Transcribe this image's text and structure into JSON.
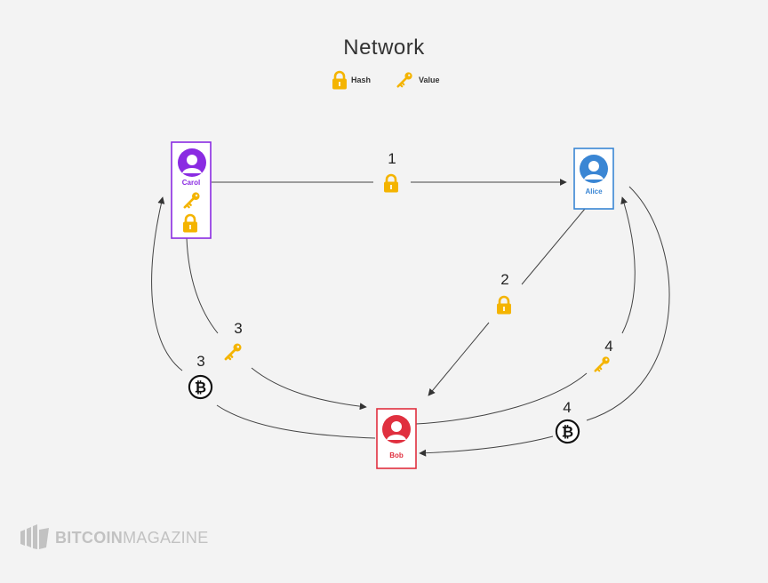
{
  "title": "Network",
  "legend": {
    "hash": {
      "label": "Hash",
      "icon": "lock-icon"
    },
    "value": {
      "label": "Value",
      "icon": "key-icon"
    }
  },
  "nodes": {
    "carol": {
      "name": "Carol",
      "color": "#8a2be2"
    },
    "alice": {
      "name": "Alice",
      "color": "#3a86d4"
    },
    "bob": {
      "name": "Bob",
      "color": "#e0303f"
    }
  },
  "steps": {
    "s1": "1",
    "s2": "2",
    "s3_key": "3",
    "s3_btc": "3",
    "s4_key": "4",
    "s4_btc": "4"
  },
  "colors": {
    "lock": "#f4b400",
    "key": "#f4b400",
    "arrow": "#444444"
  },
  "brand": {
    "part1": "BITCOIN",
    "part2": "MAGAZINE"
  }
}
